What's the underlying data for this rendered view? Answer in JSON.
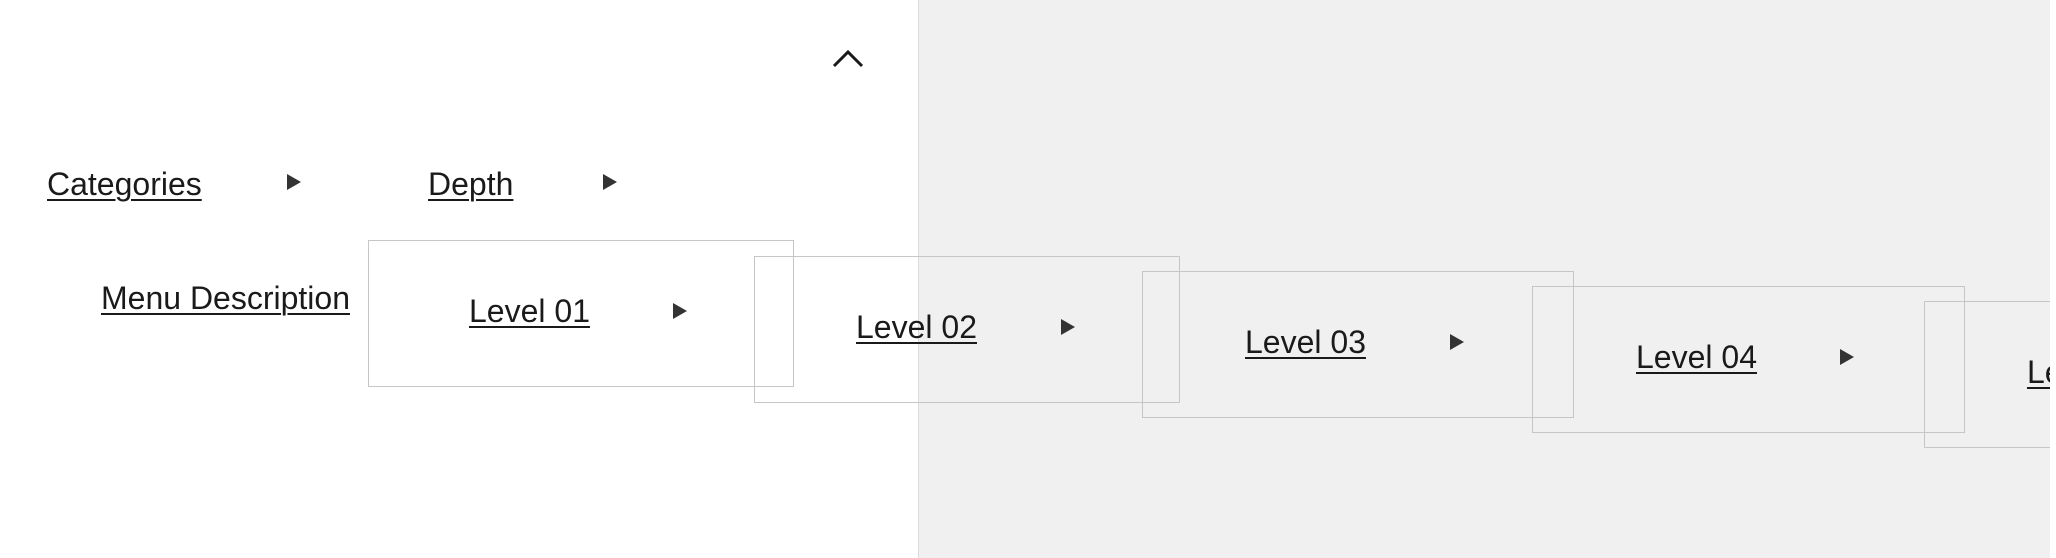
{
  "toolbar": {
    "collapse_icon": "chevron-up-icon"
  },
  "nav": {
    "categories": "Categories",
    "depth": "Depth",
    "menu_description": "Menu Description",
    "expand_icon": "triangle-right-icon"
  },
  "levels": [
    {
      "label": "Level 01"
    },
    {
      "label": "Level 02"
    },
    {
      "label": "Level 03"
    },
    {
      "label": "Level 04"
    },
    {
      "label": "Le"
    }
  ],
  "colors": {
    "panel_background": "#f0f0f0",
    "box_border": "#c6c6c6",
    "text": "#1a1a1a",
    "icon": "#333333"
  }
}
